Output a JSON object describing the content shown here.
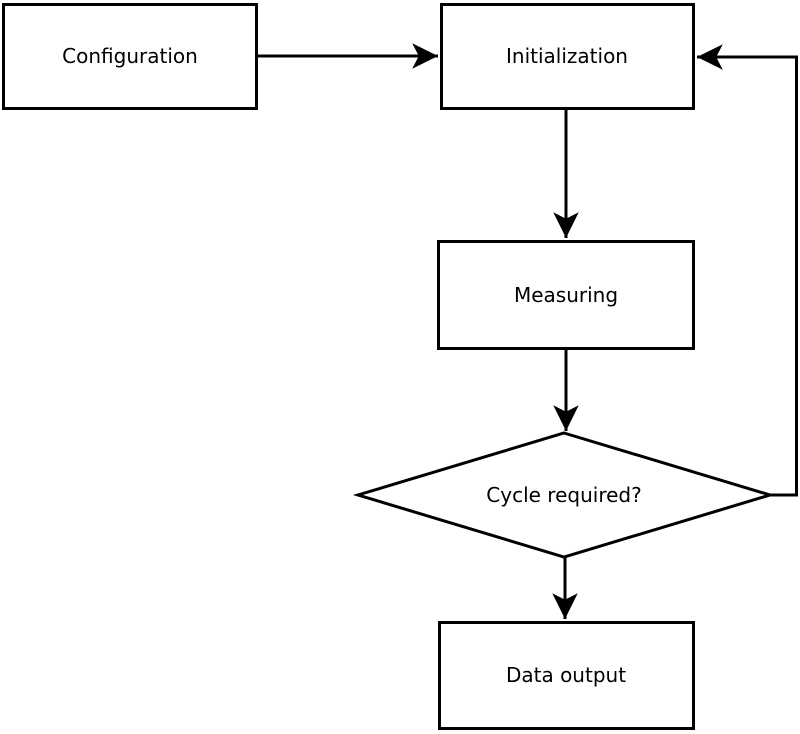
{
  "diagram": {
    "type": "flowchart",
    "colors": {
      "background": "#ffffff",
      "node_fill": "#ffffff",
      "stroke": "#000000",
      "text": "#000000"
    },
    "nodes": [
      {
        "id": "configuration",
        "label": "Configuration",
        "shape": "rectangle"
      },
      {
        "id": "initialization",
        "label": "Initialization",
        "shape": "rectangle"
      },
      {
        "id": "measuring",
        "label": "Measuring",
        "shape": "rectangle"
      },
      {
        "id": "cycle-required",
        "label": "Cycle required?",
        "shape": "diamond"
      },
      {
        "id": "data-output",
        "label": "Data output",
        "shape": "rectangle"
      }
    ],
    "edges": [
      {
        "from": "configuration",
        "to": "initialization",
        "direction": "right"
      },
      {
        "from": "initialization",
        "to": "measuring",
        "direction": "down"
      },
      {
        "from": "measuring",
        "to": "cycle-required",
        "direction": "down"
      },
      {
        "from": "cycle-required",
        "to": "data-output",
        "direction": "down"
      },
      {
        "from": "cycle-required",
        "to": "initialization",
        "direction": "right-up-loop"
      }
    ]
  }
}
